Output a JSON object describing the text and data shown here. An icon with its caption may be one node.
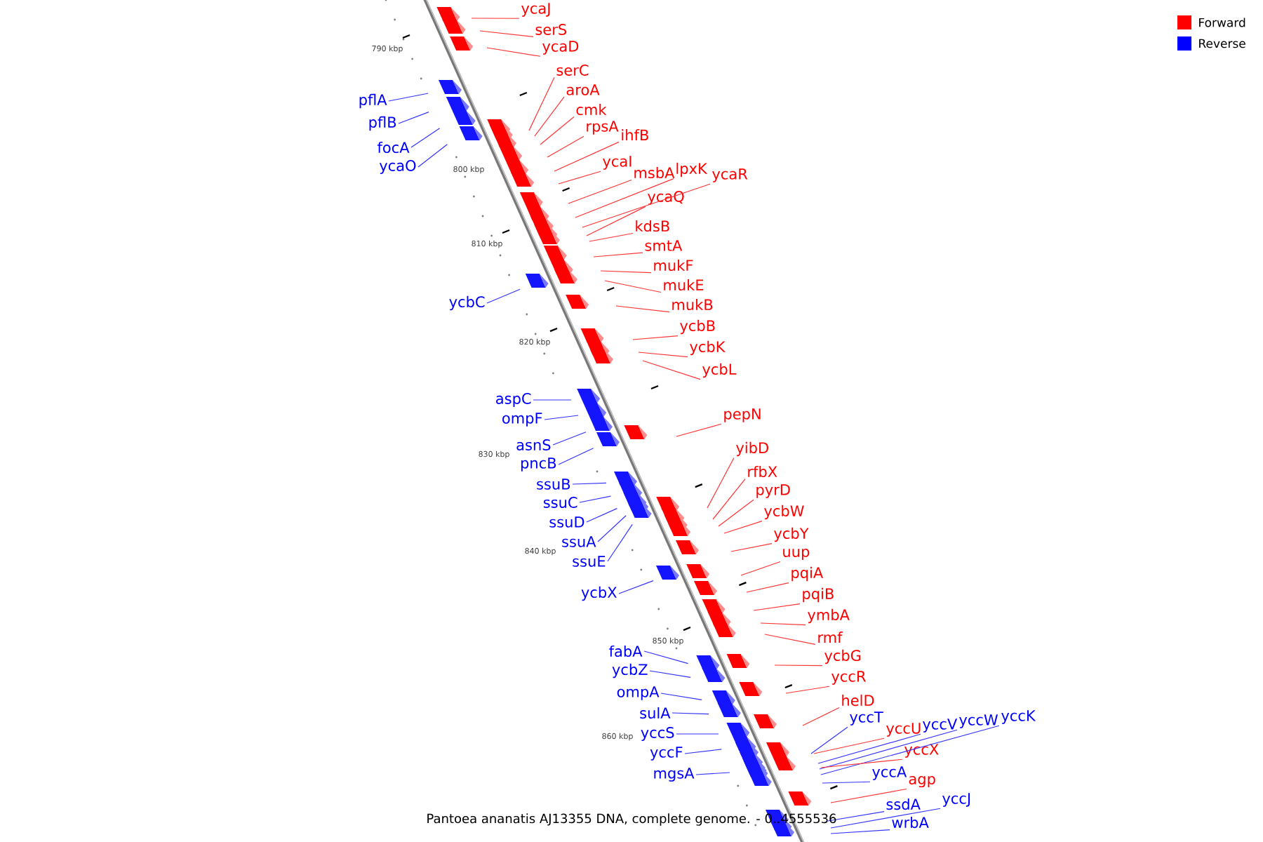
{
  "diagram": {
    "caption": "Pantoea ananatis AJ13355 DNA, complete genome. - 0..4555536",
    "nodes": [
      {
        "text": [
          "ycaJ"
        ]
      },
      {
        "text": [
          "serS"
        ]
      },
      {
        "text": [
          "ycaD"
        ]
      },
      {
        "text": [
          "serC"
        ]
      },
      {
        "text": [
          "aroA"
        ]
      },
      {
        "text": [
          "pflA"
        ]
      },
      {
        "text": [
          "cmk"
        ]
      },
      {
        "text": [
          "pflB"
        ]
      },
      {
        "text": [
          "rpsA"
        ]
      },
      {
        "text": [
          "ihfB"
        ]
      },
      {
        "text": [
          "focA"
        ]
      },
      {
        "text": [
          "ycaI"
        ]
      },
      {
        "text": [
          "ycaO"
        ]
      },
      {
        "text": [
          "msbA"
        ]
      },
      {
        "text": [
          "lpxK"
        ]
      },
      {
        "text": [
          "ycaR"
        ]
      },
      {
        "text": [
          "ycaQ"
        ]
      },
      {
        "text": [
          "kdsB"
        ]
      },
      {
        "text": [
          "smtA"
        ]
      },
      {
        "text": [
          "mukF"
        ]
      },
      {
        "text": [
          "mukE"
        ]
      },
      {
        "text": [
          "ycbC"
        ]
      },
      {
        "text": [
          "mukB"
        ]
      },
      {
        "text": [
          "ycbB"
        ]
      },
      {
        "text": [
          "ycbK"
        ]
      },
      {
        "text": [
          "ycbL"
        ]
      },
      {
        "text": [
          "aspC"
        ]
      },
      {
        "text": [
          "pepN"
        ]
      },
      {
        "text": [
          "ompF"
        ]
      },
      {
        "text": [
          "asnS"
        ]
      },
      {
        "text": [
          "yibD"
        ]
      },
      {
        "text": [
          "pncB"
        ]
      },
      {
        "text": [
          "rfbX"
        ]
      },
      {
        "text": [
          "ssuB"
        ]
      },
      {
        "text": [
          "pyrD"
        ]
      },
      {
        "text": [
          "ssuC"
        ]
      },
      {
        "text": [
          "ycbW"
        ]
      },
      {
        "text": [
          "ssuD"
        ]
      },
      {
        "text": [
          "ycbY"
        ]
      },
      {
        "text": [
          "ssuA"
        ]
      },
      {
        "text": [
          "uup"
        ]
      },
      {
        "text": [
          "ssuE"
        ]
      },
      {
        "text": [
          "pqiA"
        ]
      },
      {
        "text": [
          "ycbX"
        ]
      },
      {
        "text": [
          "pqiB"
        ]
      },
      {
        "text": [
          "ymbA"
        ]
      },
      {
        "text": [
          "rmf"
        ]
      },
      {
        "text": [
          "fabA"
        ]
      },
      {
        "text": [
          "ycbG"
        ]
      },
      {
        "text": [
          "ycbZ"
        ]
      },
      {
        "text": [
          "yccR"
        ]
      },
      {
        "text": [
          "ompA"
        ]
      },
      {
        "text": [
          "helD"
        ]
      },
      {
        "text": [
          "sulA"
        ]
      },
      {
        "text": [
          "yccK"
        ]
      },
      {
        "text": [
          "yccT"
        ]
      },
      {
        "text": [
          "yccW"
        ]
      },
      {
        "text": [
          "yccV"
        ]
      },
      {
        "text": [
          "yccU"
        ]
      },
      {
        "text": [
          "yccS"
        ]
      },
      {
        "text": [
          "yccX"
        ]
      },
      {
        "text": [
          "yccF"
        ]
      },
      {
        "text": [
          "yccA"
        ]
      },
      {
        "text": [
          "mgsA"
        ]
      },
      {
        "text": [
          "agp"
        ]
      },
      {
        "text": [
          "yccJ"
        ]
      },
      {
        "text": [
          "ssdA"
        ]
      },
      {
        "text": [
          "wrbA"
        ]
      }
    ],
    "edges": [
      {
        "from": 0,
        "to": null,
        "arrow": "none"
      },
      {
        "from": 1,
        "to": null,
        "arrow": "none"
      },
      {
        "from": 2,
        "to": null,
        "arrow": "none"
      },
      {
        "from": 3,
        "to": null,
        "arrow": "none"
      },
      {
        "from": 4,
        "to": null,
        "arrow": "none"
      },
      {
        "from": 5,
        "to": null,
        "arrow": "none",
        "color": "#3333ff"
      },
      {
        "from": 6,
        "to": null,
        "arrow": "none"
      },
      {
        "from": 7,
        "to": null,
        "arrow": "none",
        "color": "#3333ff"
      },
      {
        "from": 8,
        "to": null,
        "arrow": "none"
      },
      {
        "from": 9,
        "to": null,
        "arrow": "none"
      },
      {
        "from": 10,
        "to": null,
        "arrow": "none",
        "color": "#3333ff"
      },
      {
        "from": 11,
        "to": null,
        "arrow": "none"
      },
      {
        "from": 12,
        "to": null,
        "arrow": "none",
        "color": "#3333ff"
      },
      {
        "from": 13,
        "to": null,
        "arrow": "none"
      },
      {
        "from": 14,
        "to": null,
        "arrow": "none"
      },
      {
        "from": 15,
        "to": null,
        "arrow": "none"
      },
      {
        "from": 16,
        "to": null,
        "arrow": "none"
      },
      {
        "from": 17,
        "to": null,
        "arrow": "none"
      },
      {
        "from": 18,
        "to": null,
        "arrow": "none"
      },
      {
        "from": 19,
        "to": null,
        "arrow": "none"
      },
      {
        "from": 20,
        "to": null,
        "arrow": "none"
      },
      {
        "from": 21,
        "to": null,
        "arrow": "none",
        "color": "#3333ff"
      },
      {
        "from": 22,
        "to": null,
        "arrow": "none"
      },
      {
        "from": 23,
        "to": null,
        "arrow": "none"
      },
      {
        "from": 24,
        "to": null,
        "arrow": "none"
      },
      {
        "from": 25,
        "to": null,
        "arrow": "none"
      },
      {
        "from": 26,
        "to": null,
        "arrow": "none",
        "color": "#3333ff"
      },
      {
        "from": 27,
        "to": null,
        "arrow": "none"
      },
      {
        "from": 28,
        "to": null,
        "arrow": "none",
        "color": "#3333ff"
      },
      {
        "from": 29,
        "to": null,
        "arrow": "none",
        "color": "#3333ff"
      },
      {
        "from": 30,
        "to": null,
        "arrow": "none"
      },
      {
        "from": 31,
        "to": null,
        "arrow": "none",
        "color": "#3333ff"
      },
      {
        "from": 32,
        "to": null,
        "arrow": "none"
      },
      {
        "from": 33,
        "to": null,
        "arrow": "none",
        "color": "#3333ff"
      },
      {
        "from": 34,
        "to": null,
        "arrow": "none"
      },
      {
        "from": 35,
        "to": null,
        "arrow": "none",
        "color": "#3333ff"
      },
      {
        "from": 36,
        "to": null,
        "arrow": "none"
      },
      {
        "from": 37,
        "to": null,
        "arrow": "none",
        "color": "#3333ff"
      },
      {
        "from": 38,
        "to": null,
        "arrow": "none"
      },
      {
        "from": 39,
        "to": null,
        "arrow": "none",
        "color": "#3333ff"
      },
      {
        "from": 40,
        "to": null,
        "arrow": "none"
      },
      {
        "from": 41,
        "to": null,
        "arrow": "none",
        "color": "#3333ff"
      },
      {
        "from": 42,
        "to": null,
        "arrow": "none"
      },
      {
        "from": 43,
        "to": null,
        "arrow": "none",
        "color": "#3333ff"
      },
      {
        "from": 44,
        "to": null,
        "arrow": "none"
      },
      {
        "from": 45,
        "to": null,
        "arrow": "none"
      },
      {
        "from": 46,
        "to": null,
        "arrow": "none"
      },
      {
        "from": 47,
        "to": null,
        "arrow": "none",
        "color": "#3333ff"
      },
      {
        "from": 48,
        "to": null,
        "arrow": "none"
      },
      {
        "from": 49,
        "to": null,
        "arrow": "none",
        "color": "#3333ff"
      },
      {
        "from": 50,
        "to": null,
        "arrow": "none"
      },
      {
        "from": 51,
        "to": null,
        "arrow": "none",
        "color": "#3333ff"
      },
      {
        "from": 52,
        "to": null,
        "arrow": "none"
      },
      {
        "from": 53,
        "to": null,
        "arrow": "none",
        "color": "#3333ff"
      },
      {
        "from": 54,
        "to": null,
        "arrow": "none",
        "color": "#3333ff"
      },
      {
        "from": 55,
        "to": null,
        "arrow": "none",
        "color": "#3333ff"
      },
      {
        "from": 56,
        "to": null,
        "arrow": "none",
        "color": "#3333ff"
      },
      {
        "from": 57,
        "to": null,
        "arrow": "none",
        "color": "#3333ff"
      },
      {
        "from": 58,
        "to": null,
        "arrow": "none"
      },
      {
        "from": 59,
        "to": null,
        "arrow": "none",
        "color": "#3333ff"
      },
      {
        "from": 60,
        "to": null,
        "arrow": "none"
      },
      {
        "from": 61,
        "to": null,
        "arrow": "none",
        "color": "#3333ff"
      },
      {
        "from": 62,
        "to": null,
        "arrow": "none",
        "color": "#3333ff"
      },
      {
        "from": 63,
        "to": null,
        "arrow": "none",
        "color": "#3333ff"
      },
      {
        "from": 64,
        "to": null,
        "arrow": "none"
      },
      {
        "from": 65,
        "to": null,
        "arrow": "none",
        "color": "#3333ff"
      },
      {
        "from": 66,
        "to": null,
        "arrow": "none",
        "color": "#3333ff"
      },
      {
        "from": 67,
        "to": null,
        "arrow": "none",
        "color": "#3333ff"
      }
    ],
    "labels": [
      "790 kbp",
      "800 kbp",
      "810 kbp",
      "820 kbp",
      "830 kbp",
      "840 kbp",
      "850 kbp",
      "860 kbp"
    ],
    "legend": [
      {
        "text": "Forward",
        "color": "#ff0000"
      },
      {
        "text": "Reverse",
        "color": "#0000ff"
      }
    ]
  }
}
